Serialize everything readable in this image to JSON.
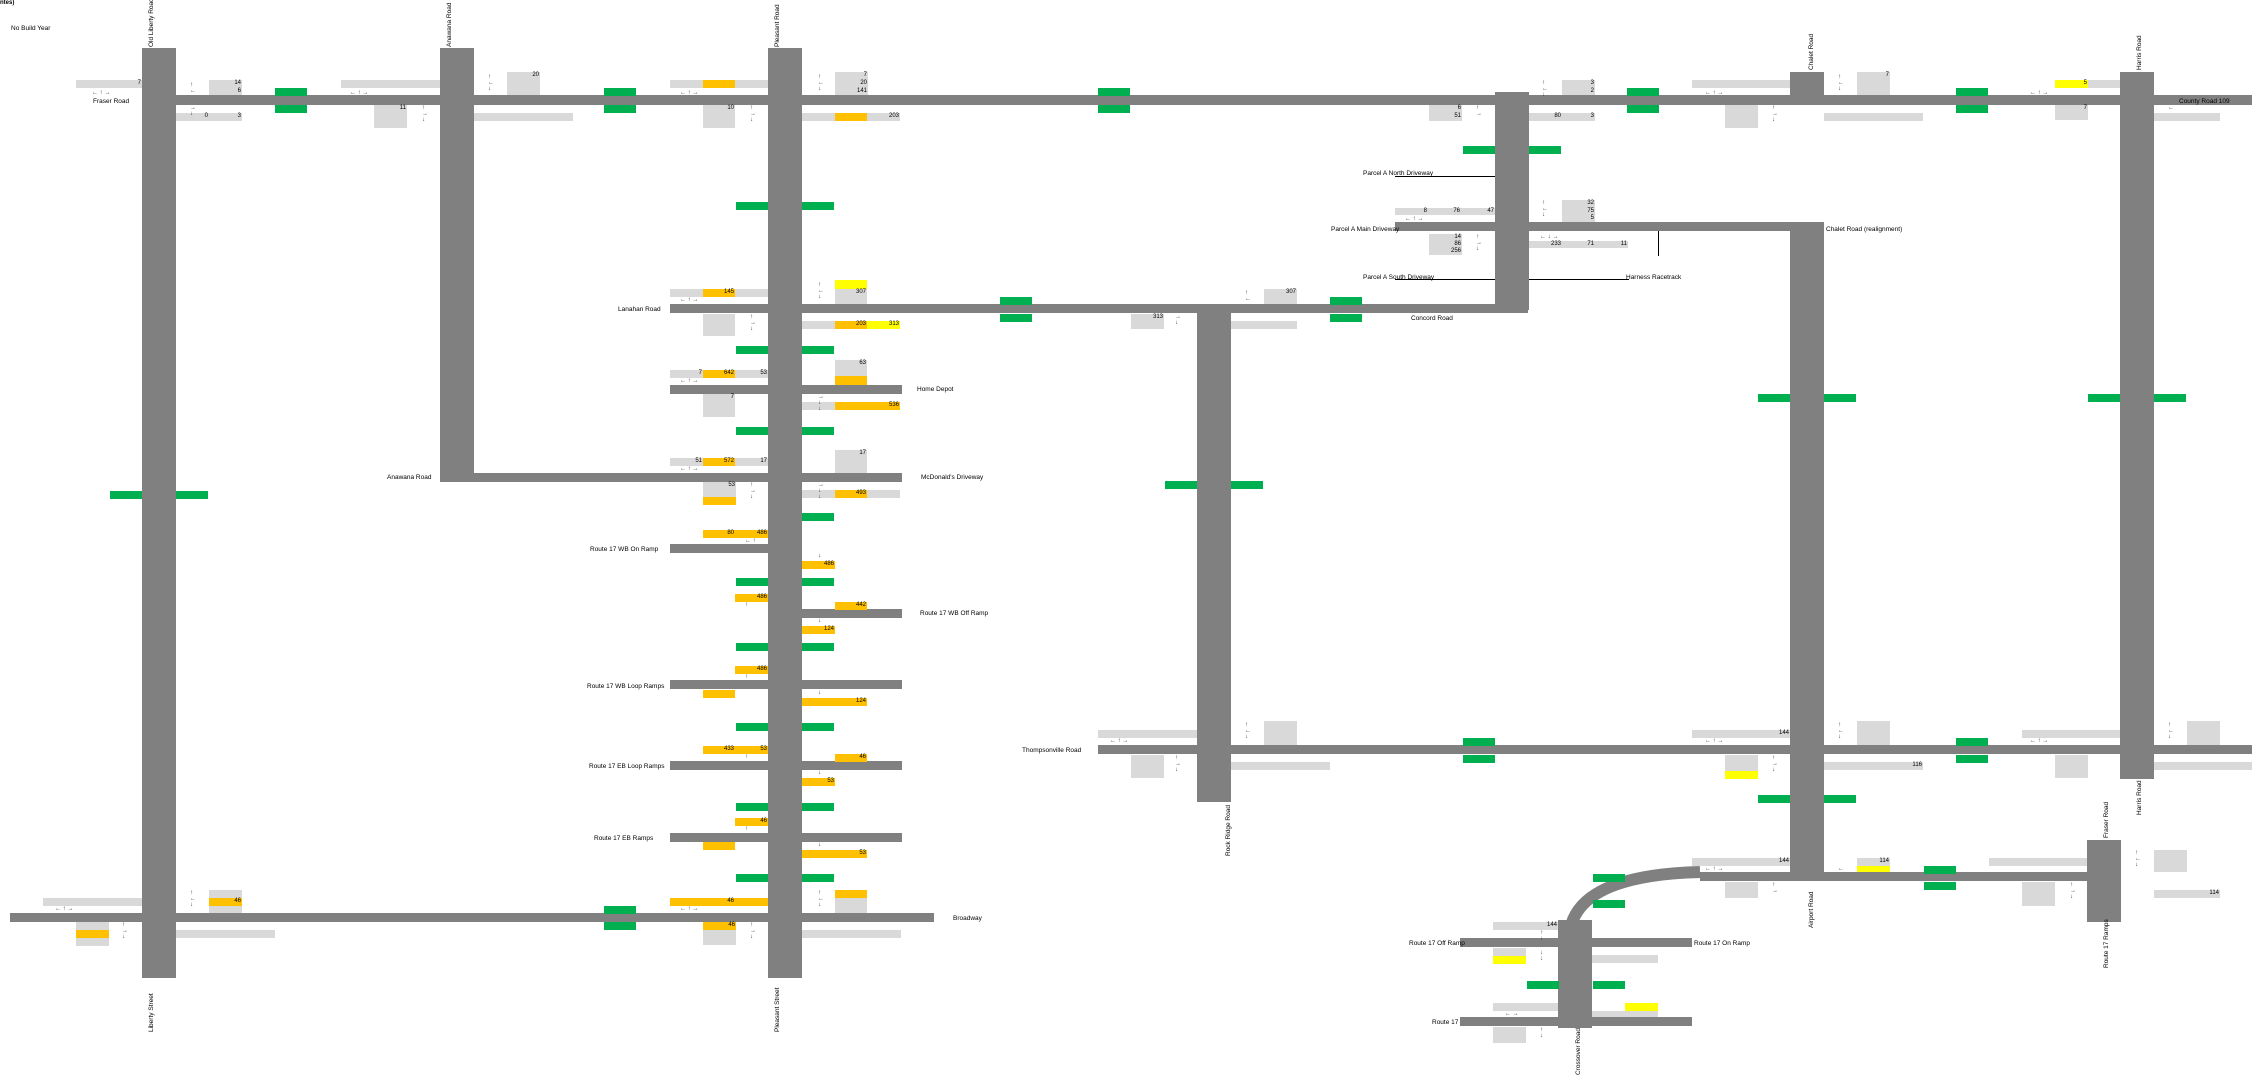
{
  "header": {
    "title": "ntes)",
    "scenario": "No Build Year"
  },
  "colors": {
    "road": "#808080",
    "volume_cell": "#d9d9d9",
    "orange": "#ffc000",
    "yellow": "#ffff00",
    "signal": "#00b050"
  },
  "roads": {
    "old_liberty": "Old Liberty Road",
    "liberty_street": "Liberty Street",
    "anawana": "Anawana Road",
    "pleasant_road": "Pleasant Road",
    "pleasant_street": "Pleasant Street",
    "rock_ridge": "Rock Ridge Road",
    "chalet_road": "Chalet Road",
    "harris_road": "Harris Road",
    "harris_road_s": "Harris Road",
    "airport_road": "Airport Road",
    "fraser_road_n": "Fraser Road",
    "route17_ramp_v": "Route 17 Ramps",
    "crossover": "Crossover Road",
    "fraser_road": "Fraser Road",
    "county_road": "County Road 109",
    "parcel_north": "Parcel A North Driveway",
    "parcel_main": "Parcel A Main Driveway",
    "parcel_south": "Parcel A South Driveway",
    "chalet_realign": "Chalet Road (realignment)",
    "harness": "Harness Racetrack",
    "lanahan": "Lanahan Road",
    "concord": "Concord Road",
    "home_depot": "Home Depot",
    "anawana_h": "Anawana Road",
    "mcdonalds": "McDonald's Driveway",
    "r17wb_on": "Route 17 WB On Ramp",
    "r17wb_off": "Route 17 WB Off Ramp",
    "r17wb_loop": "Route 17 WB Loop Ramps",
    "r17eb_loop": "Route 17 EB Loop Ramps",
    "r17eb_ramps": "Route 17 EB Ramps",
    "broadway": "Broadway",
    "thompsonville": "Thompsonville Road",
    "r17_off": "Route 17 Off Ramp",
    "r17_on": "Route 17 On Ramp",
    "route17": "Route 17"
  },
  "volumes": {
    "v1": "7",
    "v2": "14",
    "v3": "6",
    "v4": "0",
    "v5": "3",
    "v6": "11",
    "v7": "20",
    "v8": "7",
    "v9": "20",
    "v10": "141",
    "v11": "10",
    "v12": "203",
    "v13": "6",
    "v14": "51",
    "v15": "80",
    "v16": "3",
    "v17": "3",
    "v18": "2",
    "v19": "7",
    "v20": "5",
    "v21": "7",
    "v22": "32",
    "v23": "75",
    "v24": "5",
    "v25": "8",
    "v26": "76",
    "v27": "47",
    "v28": "14",
    "v29": "86",
    "v30": "256",
    "v31": "233",
    "v32": "71",
    "v33": "11",
    "v34": "145",
    "v35": "307",
    "v36": "203",
    "v37": "313",
    "v38": "313",
    "v39": "307",
    "v40": "7",
    "v41": "642",
    "v42": "53",
    "v43": "63",
    "v44": "7",
    "v45": "536",
    "v46": "51",
    "v47": "572",
    "v48": "17",
    "v49": "17",
    "v50": "53",
    "v51": "493",
    "v52": "80",
    "v53": "486",
    "v54": "486",
    "v55": "486",
    "v56": "442",
    "v57": "124",
    "v58": "486",
    "v59": "124",
    "v60": "433",
    "v61": "53",
    "v62": "46",
    "v63": "53",
    "v64": "46",
    "v65": "53",
    "v66": "46",
    "v67": "46",
    "v68": "46",
    "v69": "144",
    "v70": "116",
    "v71": "144",
    "v72": "114",
    "v73": "114",
    "v74": "144"
  }
}
